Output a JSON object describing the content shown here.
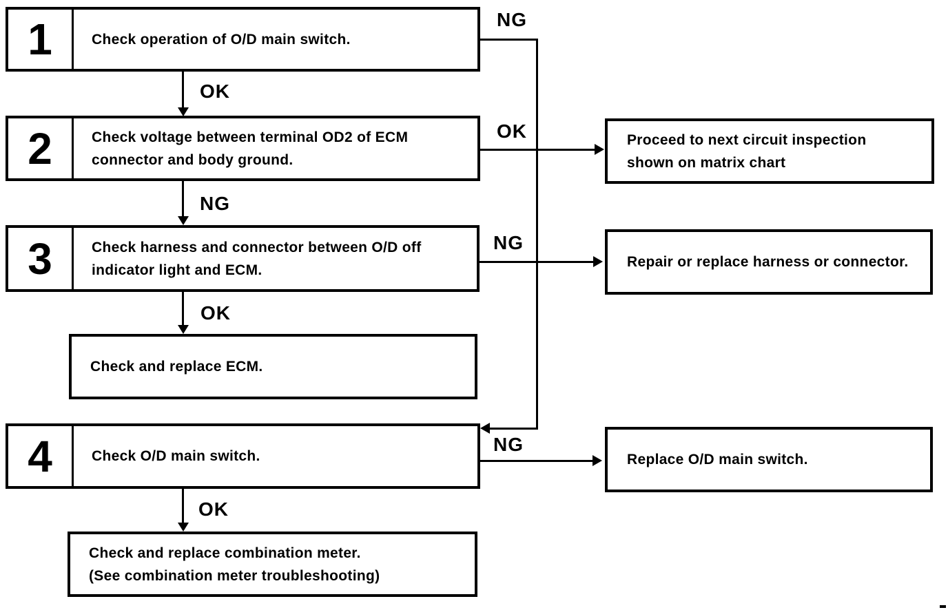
{
  "diagram": {
    "title_semantic": "O/D main switch troubleshooting flowchart",
    "colors": {
      "ink": "#000000",
      "paper": "#ffffff"
    },
    "steps": {
      "step1": {
        "number": "1",
        "line1": "Check operation of O/D main switch."
      },
      "step2": {
        "number": "2",
        "line1": "Check voltage between terminal OD2 of ECM",
        "line2": "connector and body ground."
      },
      "step3": {
        "number": "3",
        "line1": "Check harness and connector between O/D off",
        "line2": "indicator light and ECM."
      },
      "step4": {
        "number": "4",
        "line1": "Check O/D main switch."
      }
    },
    "actions": {
      "ecm": {
        "line1": "Check and replace ECM."
      },
      "meter": {
        "line1": "Check and replace combination meter.",
        "line2": "(See combination meter troubleshooting)"
      }
    },
    "results": {
      "proceed": {
        "line1": "Proceed to next circuit inspection",
        "line2": "shown on matrix chart"
      },
      "repair": {
        "line1": "Repair or replace harness or connector."
      },
      "replace": {
        "line1": "Replace O/D main switch."
      }
    },
    "labels": {
      "ok_step1_down": "OK",
      "ng_step1_right": "NG",
      "ok_step2_right": "OK",
      "ng_step2_down": "NG",
      "ng_step3_right": "NG",
      "ok_step3_down": "OK",
      "ng_step4_right": "NG",
      "ok_step4_down": "OK"
    }
  }
}
